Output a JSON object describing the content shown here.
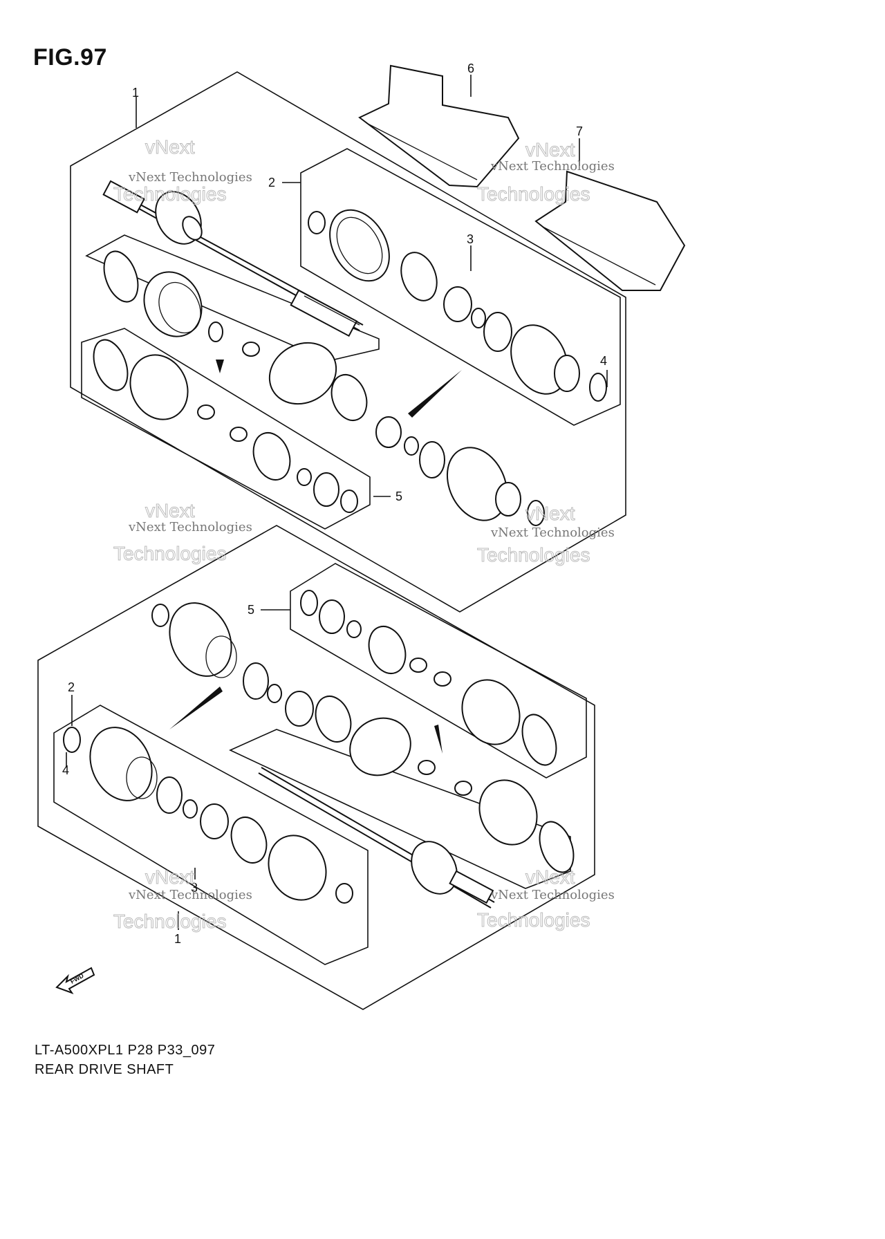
{
  "figure": {
    "title": "FIG.97",
    "model_code": "LT-A500XPL1 P28 P33_097",
    "caption": "REAR DRIVE SHAFT"
  },
  "callouts": {
    "upper": [
      "1",
      "2",
      "3",
      "4",
      "5",
      "6",
      "7"
    ],
    "lower": [
      "5",
      "2",
      "4",
      "3",
      "1"
    ]
  },
  "watermark": {
    "line1": "vNext Technologies",
    "line2": "vNext",
    "line3": "Technologies"
  },
  "fwd_label": "FWD"
}
